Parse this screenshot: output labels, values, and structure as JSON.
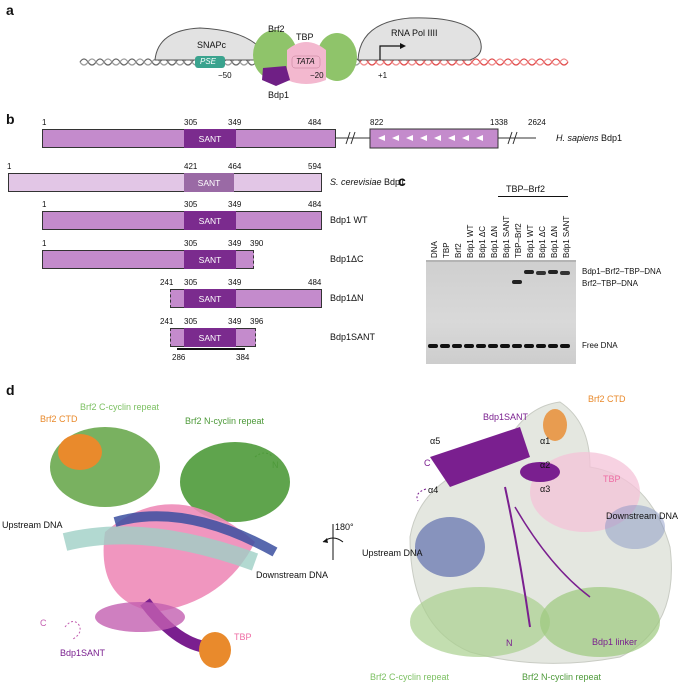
{
  "panels": {
    "a": "a",
    "b": "b",
    "c": "c",
    "d": "d"
  },
  "panel_a": {
    "labels": {
      "snapc": "SNAPc",
      "brf2": "Brf2",
      "tbp": "TBP",
      "polIII": "RNA Pol IIII",
      "pse": "PSE",
      "tata": "TATA",
      "bdp1": "Bdp1",
      "pos1": "−50",
      "pos2": "−20",
      "pos3": "+1"
    },
    "colors": {
      "snapc": "#e2e2e2",
      "brf2": "#8fc46a",
      "tbp": "#f3b8cf",
      "bdp1": "#6f1f85",
      "pse": "#3aa38e",
      "dna_downstream": "#e04a4a"
    }
  },
  "panel_b": {
    "human": {
      "n1": "1",
      "n305": "305",
      "n349": "349",
      "n484": "484",
      "n822": "822",
      "n1338": "1338",
      "n2624": "2624",
      "domain": "SANT",
      "label": "H. sapiens",
      "label2": "Bdp1"
    },
    "yeast": {
      "n1": "1",
      "n421": "421",
      "n464": "464",
      "n594": "594",
      "domain": "SANT",
      "label": "S. cerevisiae",
      "label2": "Bdp1"
    },
    "wt": {
      "n1": "1",
      "n305": "305",
      "n349": "349",
      "n484": "484",
      "domain": "SANT",
      "label": "Bdp1 WT"
    },
    "dc": {
      "n1": "1",
      "n305": "305",
      "n349": "349",
      "n390": "390",
      "domain": "SANT",
      "label": "Bdp1ΔC"
    },
    "dn": {
      "n241": "241",
      "n305": "305",
      "n349": "349",
      "n484": "484",
      "domain": "SANT",
      "label": "Bdp1ΔN"
    },
    "sant": {
      "n241": "241",
      "n305": "305",
      "n349": "349",
      "n396": "396",
      "domain": "SANT",
      "label": "Bdp1SANT",
      "n286": "286",
      "n384": "384"
    },
    "colors": {
      "human": "#c48bcc",
      "yeast": "#e2c6e6",
      "sant": "#7b2b8e",
      "yeast_sant": "#9a6aa5"
    }
  },
  "panel_c": {
    "group_label": "TBP–Brf2",
    "lanes": [
      "DNA",
      "TBP",
      "Brf2",
      "Bdp1 WT",
      "Bdp1 ΔC",
      "Bdp1 ΔN",
      "Bdp1 SANT",
      "TBP–Brf2",
      "Bdp1 WT",
      "Bdp1 ΔC",
      "Bdp1 ΔN",
      "Bdp1 SANT"
    ],
    "band_labels": {
      "b1": "Bdp1–Brf2–TBP–DNA",
      "b2": "Brf2–TBP–DNA",
      "free": "Free DNA"
    }
  },
  "panel_d": {
    "left": {
      "brf2_c": "Brf2 C-cyclin repeat",
      "brf2_ctd": "Brf2 CTD",
      "brf2_n": "Brf2 N-cyclin repeat",
      "n_term": "N",
      "upstream": "Upstream DNA",
      "downstream": "Downstream DNA",
      "c_term": "C",
      "bdp1sant": "Bdp1SANT",
      "tbp": "TBP"
    },
    "rotation": "180°",
    "right": {
      "bdp1sant": "Bdp1SANT",
      "brf2_ctd": "Brf2 CTD",
      "a5": "α5",
      "a1": "α1",
      "a2": "α2",
      "a3": "α3",
      "a4": "α4",
      "c_term": "C",
      "tbp": "TBP",
      "downstream": "Downstream DNA",
      "upstream": "Upstream DNA",
      "linker": "Bdp1 linker",
      "n_term": "N",
      "brf2_c": "Brf2 C-cyclin repeat",
      "brf2_n": "Brf2 N-cyclin repeat"
    }
  }
}
